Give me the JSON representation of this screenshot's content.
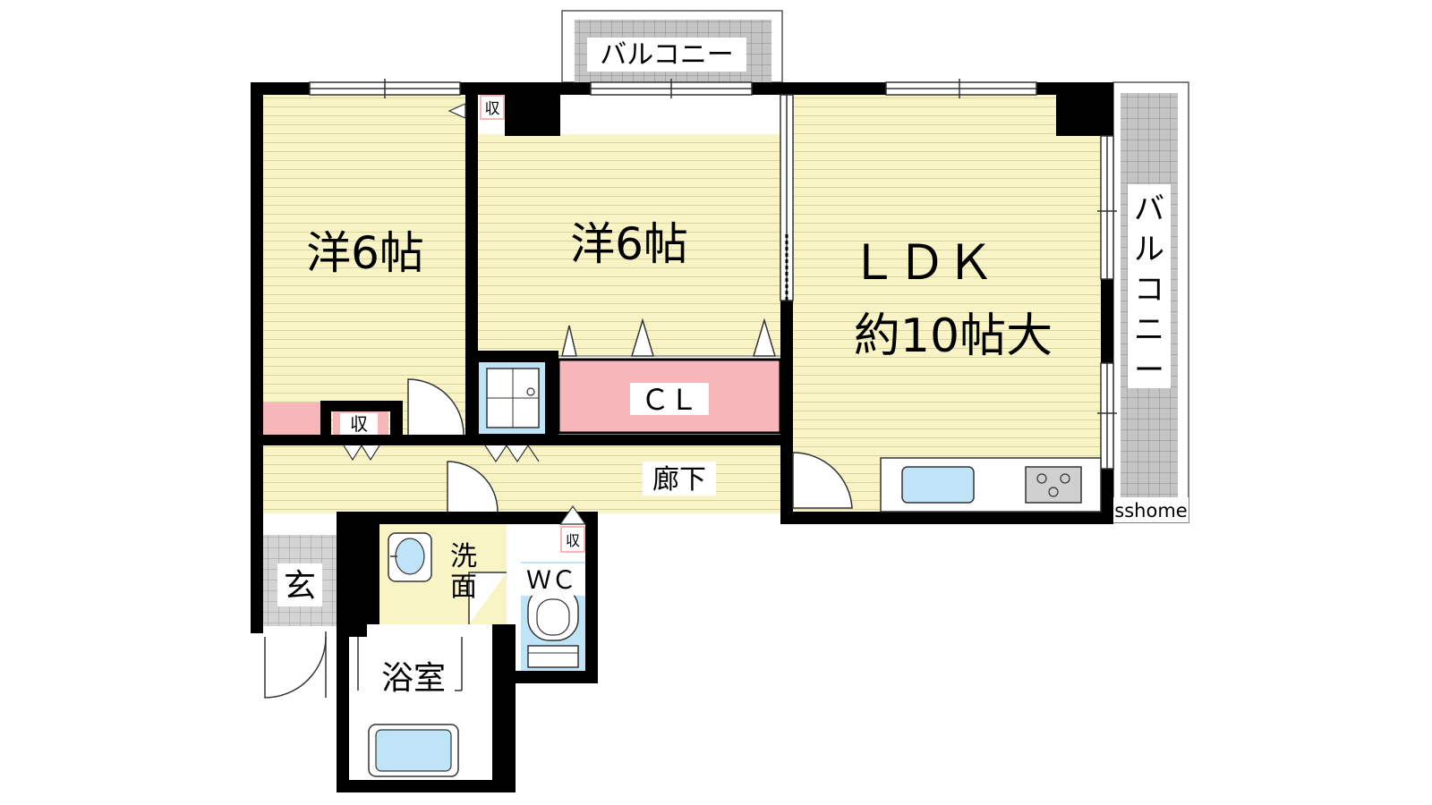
{
  "rooms": {
    "western_left": "洋6帖",
    "western_center": "洋6帖",
    "ldk_name": "ＬＤＫ",
    "ldk_size": "約10帖大",
    "closet": "ＣＬ",
    "corridor": "廊下",
    "entrance": "玄",
    "washroom_line1": "洗",
    "washroom_line2": "面",
    "toilet": "ＷＣ",
    "bath": "浴室"
  },
  "balconies": {
    "top": "バルコニー",
    "right_chars": [
      "バ",
      "ル",
      "コ",
      "ニ",
      "ー"
    ]
  },
  "storage": {
    "small_top": "収",
    "small_left": "収",
    "small_wc": "収"
  },
  "watermark": "sshome",
  "colors": {
    "room_floor": "#f8f4c6",
    "floor_line": "#d9d2a0",
    "wall": "#000000",
    "storage_pink": "#f7b6b9",
    "fixture_blue": "#bfe4f7",
    "balcony_gray": "#b9b9b9",
    "tile_gray": "#c9c9c9"
  }
}
